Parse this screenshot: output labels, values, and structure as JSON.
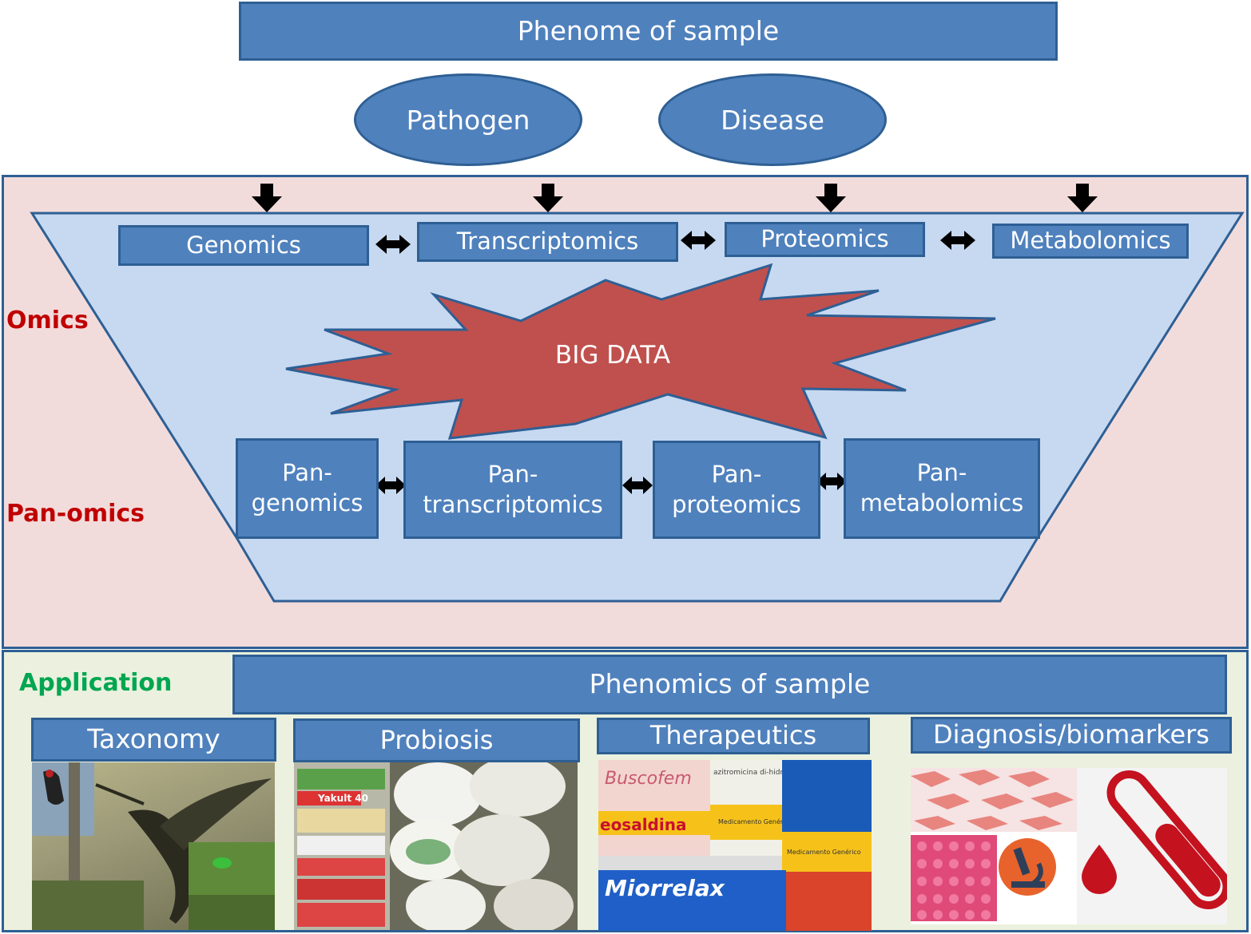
{
  "top": {
    "phenome_title": "Phenome of sample",
    "pathogen": "Pathogen",
    "disease": "Disease"
  },
  "omics_section": {
    "label": "Omics",
    "label_color": "#c00000",
    "items": [
      "Genomics",
      "Transcriptomics",
      "Proteomics",
      "Metabolomics"
    ],
    "big_data": "BIG DATA"
  },
  "panomics_section": {
    "label": "Pan-omics",
    "label_color": "#c00000",
    "items": [
      {
        "line1": "Pan-",
        "line2": "genomics"
      },
      {
        "line1": "Pan-",
        "line2": "transcriptomics"
      },
      {
        "line1": "Pan-",
        "line2": "proteomics"
      },
      {
        "line1": "Pan-",
        "line2": "metabolomics"
      }
    ]
  },
  "application": {
    "label": "Application",
    "label_color": "#00a651",
    "phenomics_title": "Phenomics of sample",
    "categories": [
      "Taxonomy",
      "Probiosis",
      "Therapeutics",
      "Diagnosis/biomarkers"
    ]
  },
  "product_labels": {
    "yakult": "Yakult 40",
    "buscofem": "Buscofem",
    "neosaldina": "eosaldina",
    "azitromicina": "azitromicina di-hidratada",
    "generico": "Medicamento Genérico",
    "miorrelax": "Miorrelax"
  },
  "colors": {
    "box_fill": "#4f81bd",
    "box_border": "#2e5f94",
    "omics_bg": "#f2dcdb",
    "application_bg": "#ebf1de",
    "funnel_fill": "#c6d9f1",
    "burst_fill": "#c0504d"
  },
  "icons": [
    "down-arrow-icon",
    "double-arrow-icon",
    "microscope-icon",
    "test-tube-icon",
    "blood-drop-icon"
  ]
}
